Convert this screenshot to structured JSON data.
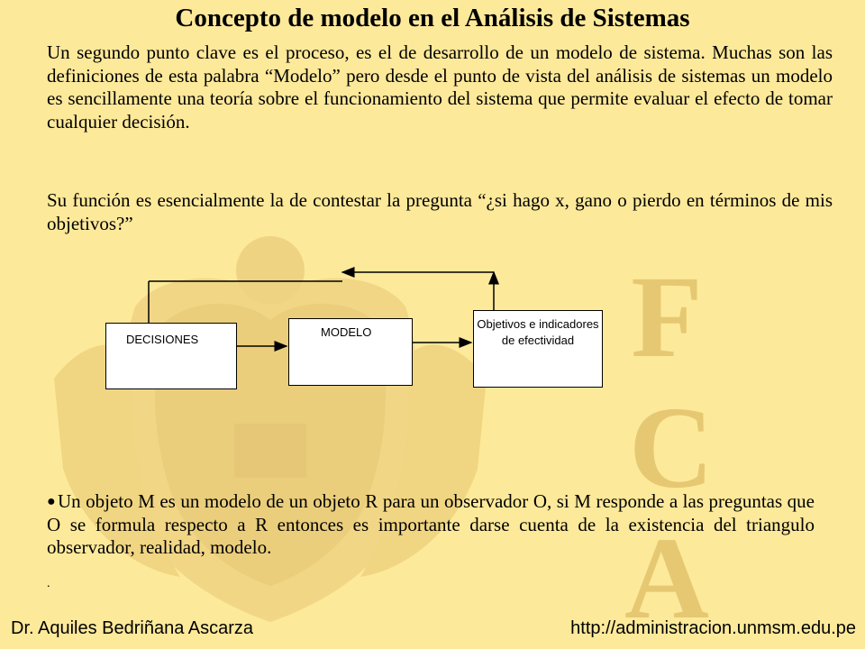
{
  "slide": {
    "title": "Concepto de modelo en el Análisis de Sistemas",
    "paragraph1": "Un segundo punto clave es el proceso, es el de desarrollo de un modelo de sistema. Muchas son las definiciones de esta palabra “Modelo” pero desde el punto de vista del análisis de sistemas un modelo es sencillamente una teoría sobre el funcionamiento del sistema que permite evaluar el efecto de tomar cualquier decisión.",
    "paragraph2": "Su función es esencialmente la de contestar la pregunta “¿si hago x, gano o pierdo en términos de mis objetivos?”",
    "bullet_paragraph": "Un objeto M es un modelo de un objeto R para un observador O, si M responde a las preguntas que O se formula respecto a R entonces es importante darse cuenta de la existencia del triangulo observador, realidad, modelo.",
    "trailing_dot": "."
  },
  "diagram": {
    "box_decisiones": "DECISIONES",
    "box_modelo": "MODELO",
    "box_objetivos": "Objetivos e indicadores de efectividad"
  },
  "watermark": {
    "letters": [
      "F",
      "C",
      "A"
    ],
    "color": "#e6c873"
  },
  "footer": {
    "author": "Dr. Aquiles Bedriñana Ascarza",
    "url": "http://administracion.unmsm.edu.pe"
  }
}
